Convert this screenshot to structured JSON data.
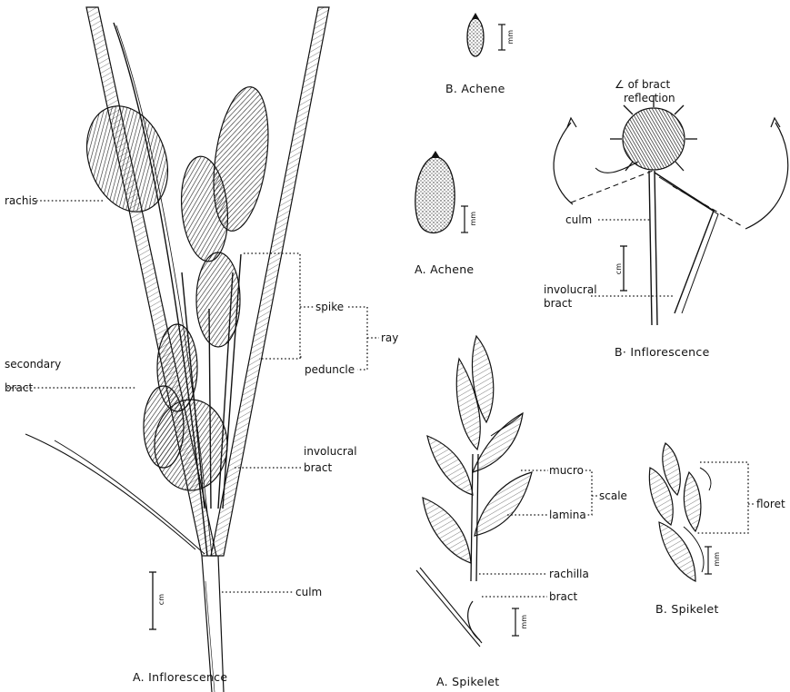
{
  "labels": {
    "rachis": "rachis",
    "secondary_bract_l1": "secondary",
    "secondary_bract_l2": "bract",
    "spike": "spike",
    "ray": "ray",
    "peduncle": "peduncle",
    "involucral_bract_a_l1": "involucral",
    "involucral_bract_a_l2": "bract",
    "culm_a": "culm",
    "mucro": "mucro",
    "scale": "scale",
    "lamina": "lamina",
    "rachilla": "rachilla",
    "bract_spikelet": "bract",
    "floret": "floret",
    "bract_reflection_l1": "∠ of bract",
    "bract_reflection_l2": "reflection",
    "culm_b": "culm",
    "involucral_bract_b_l1": "involucral",
    "involucral_bract_b_l2": "bract"
  },
  "captions": {
    "a_inflorescence": "A.   Inflorescence",
    "a_spikelet": "A. Spikelet",
    "a_achene": "A. Achene",
    "b_achene": "B.  Achene",
    "b_inflorescence": "B· Inflorescence",
    "b_spikelet": "B. Spikelet"
  },
  "scales": {
    "cm_a": "cm",
    "cm_b": "cm",
    "mm_b_achene": "mm",
    "mm_a_achene": "mm",
    "mm_a_spikelet": "mm",
    "mm_b_spikelet": "mm"
  }
}
